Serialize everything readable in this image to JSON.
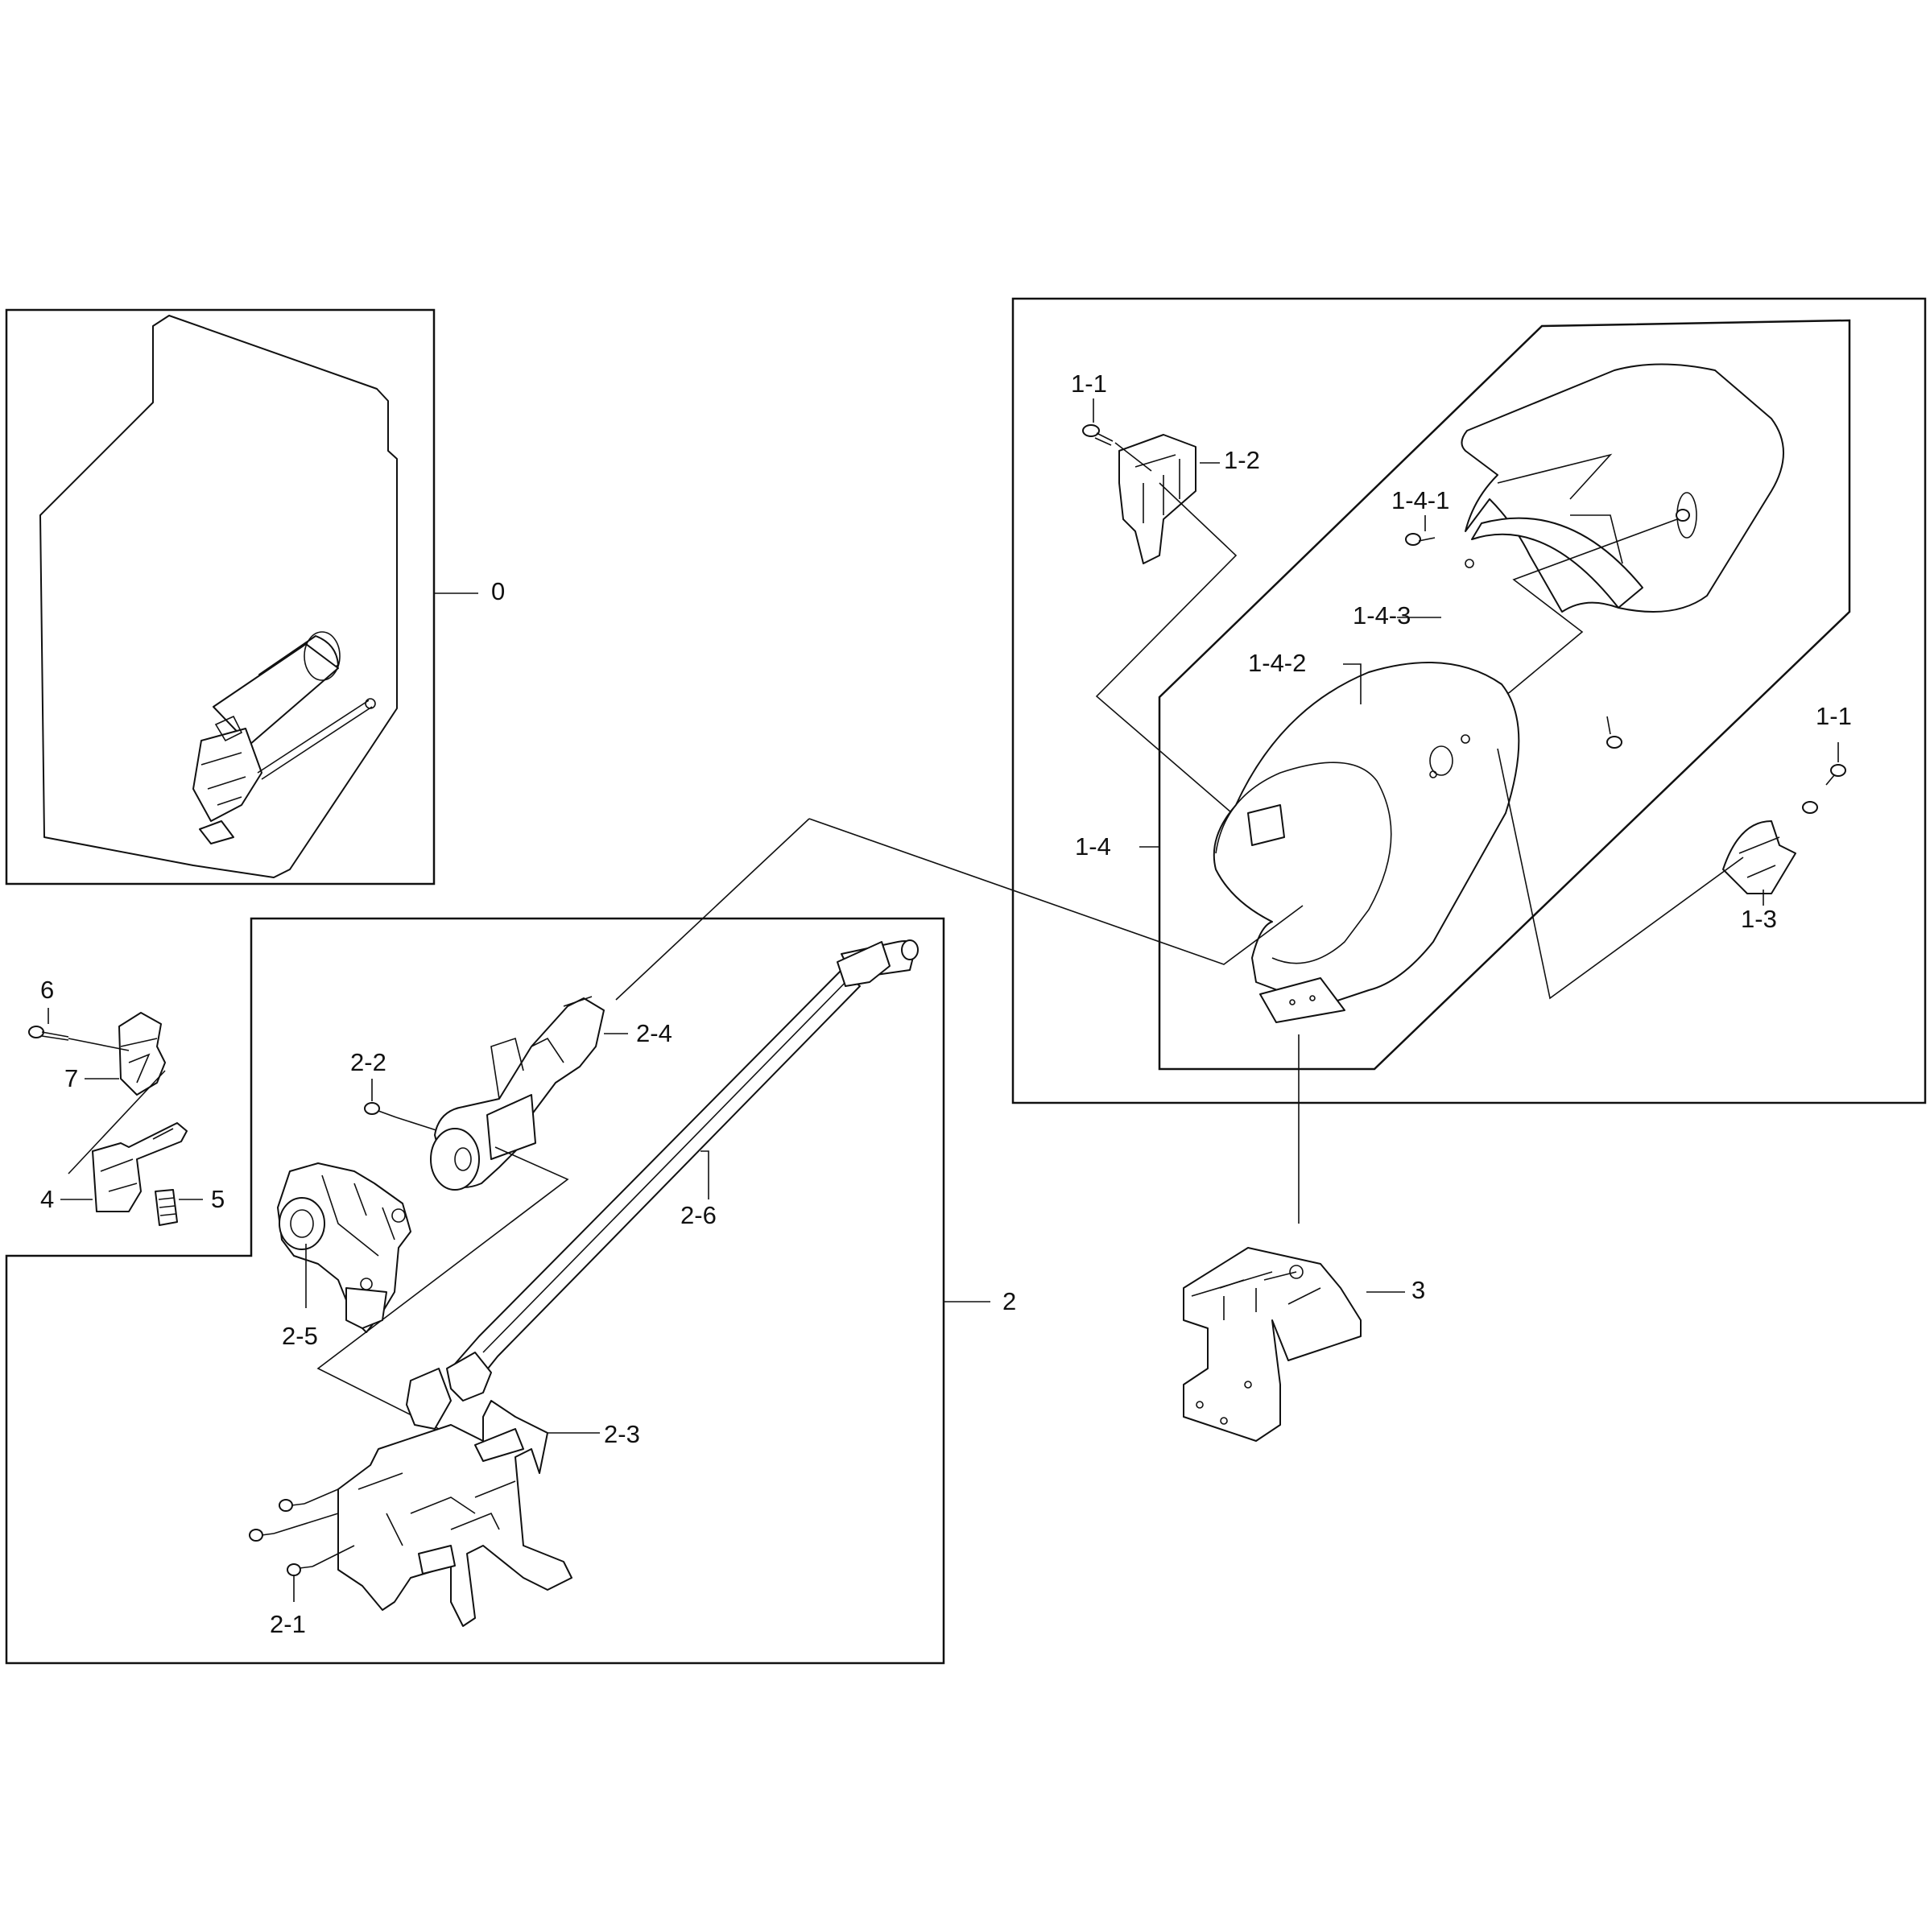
{
  "callouts": {
    "c0": "0",
    "c1_1_top": "1-1",
    "c1_2": "1-2",
    "c1_4_1": "1-4-1",
    "c1_4_3": "1-4-3",
    "c1_4_2": "1-4-2",
    "c1_1_right": "1-1",
    "c1_4": "1-4",
    "c1_3": "1-3",
    "c6": "6",
    "c7": "7",
    "c4": "4",
    "c5": "5",
    "c2_2": "2-2",
    "c2_4": "2-4",
    "c2_6": "2-6",
    "c2_5": "2-5",
    "c2": "2",
    "c2_3": "2-3",
    "c2_1": "2-1",
    "c3": "3"
  }
}
